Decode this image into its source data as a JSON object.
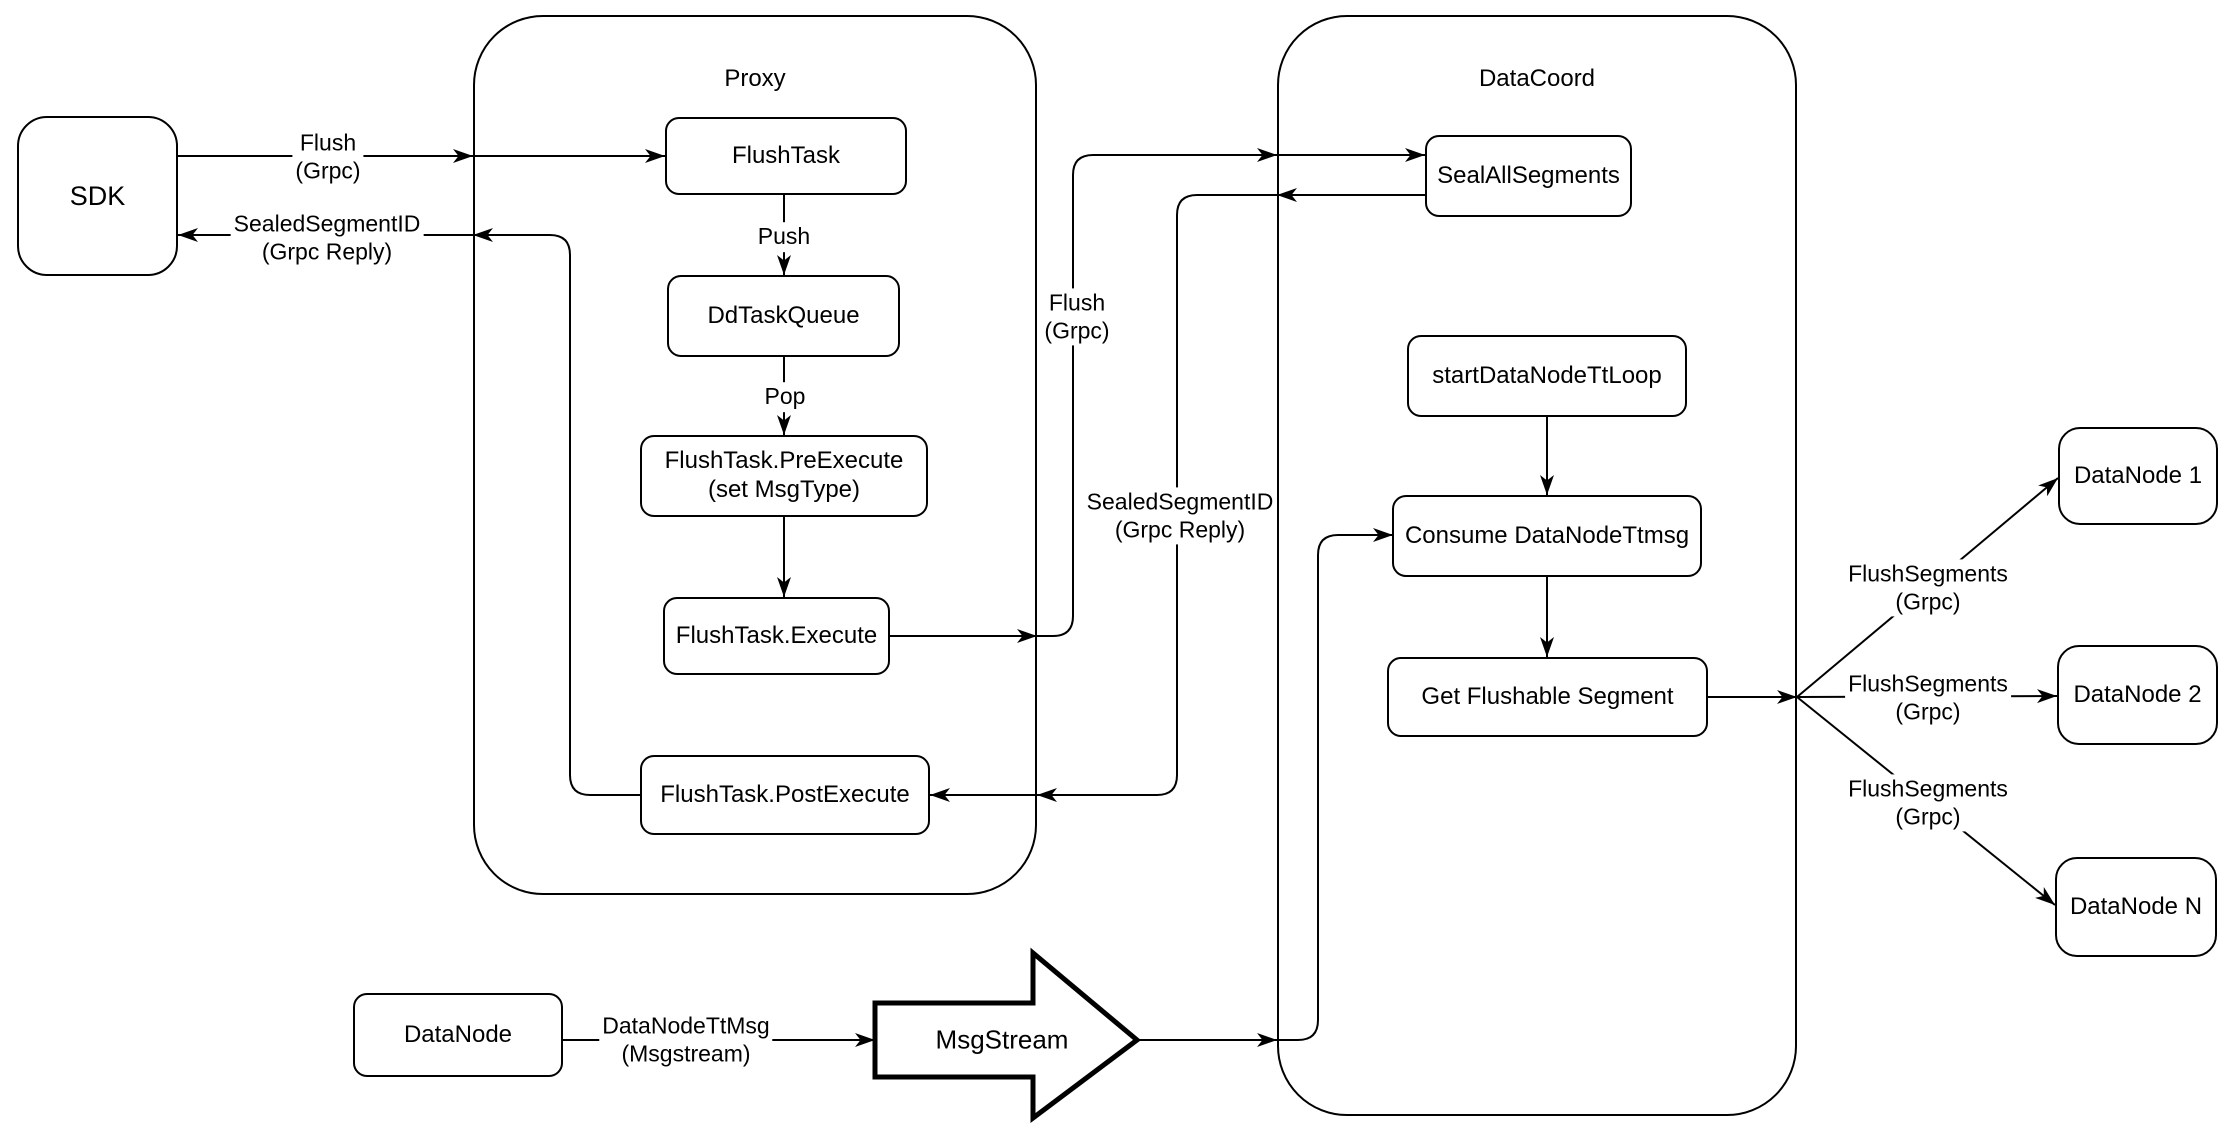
{
  "diagram": {
    "colors": {
      "stroke": "#000000",
      "node_fill": "#ffffff",
      "background": "#ffffff"
    },
    "containers": {
      "proxy": {
        "label": "Proxy"
      },
      "datacoord": {
        "label": "DataCoord"
      }
    },
    "nodes": {
      "sdk": {
        "label": "SDK"
      },
      "flush_task": {
        "label": "FlushTask"
      },
      "dd_task_queue": {
        "label": "DdTaskQueue"
      },
      "pre_execute": {
        "label": "FlushTask.PreExecute\n(set MsgType)"
      },
      "execute": {
        "label": "FlushTask.Execute"
      },
      "post_execute": {
        "label": "FlushTask.PostExecute"
      },
      "seal_all_segments": {
        "label": "SealAllSegments"
      },
      "start_data_node_tt_loop": {
        "label": "startDataNodeTtLoop"
      },
      "consume_data_node_ttmsg": {
        "label": "Consume DataNodeTtmsg"
      },
      "get_flushable_segment": {
        "label": "Get Flushable Segment"
      },
      "datanode_1": {
        "label": "DataNode 1"
      },
      "datanode_2": {
        "label": "DataNode 2"
      },
      "datanode_n": {
        "label": "DataNode N"
      },
      "datanode": {
        "label": "DataNode"
      },
      "msgstream": {
        "label": "MsgStream"
      }
    },
    "edge_labels": {
      "flush_grpc_sdk_proxy": {
        "label": "Flush\n(Grpc)"
      },
      "sealed_segment_id_proxy_sdk": {
        "label": "SealedSegmentID\n(Grpc Reply)"
      },
      "push": {
        "label": "Push"
      },
      "pop": {
        "label": "Pop"
      },
      "flush_grpc_proxy_datacoord": {
        "label": "Flush\n(Grpc)"
      },
      "sealed_segment_id_datacoord_proxy": {
        "label": "SealedSegmentID\n(Grpc Reply)"
      },
      "flush_segments_1": {
        "label": "FlushSegments\n(Grpc)"
      },
      "flush_segments_2": {
        "label": "FlushSegments\n(Grpc)"
      },
      "flush_segments_3": {
        "label": "FlushSegments\n(Grpc)"
      },
      "datanode_tt_msg": {
        "label": "DataNodeTtMsg\n(Msgstream)"
      }
    }
  }
}
